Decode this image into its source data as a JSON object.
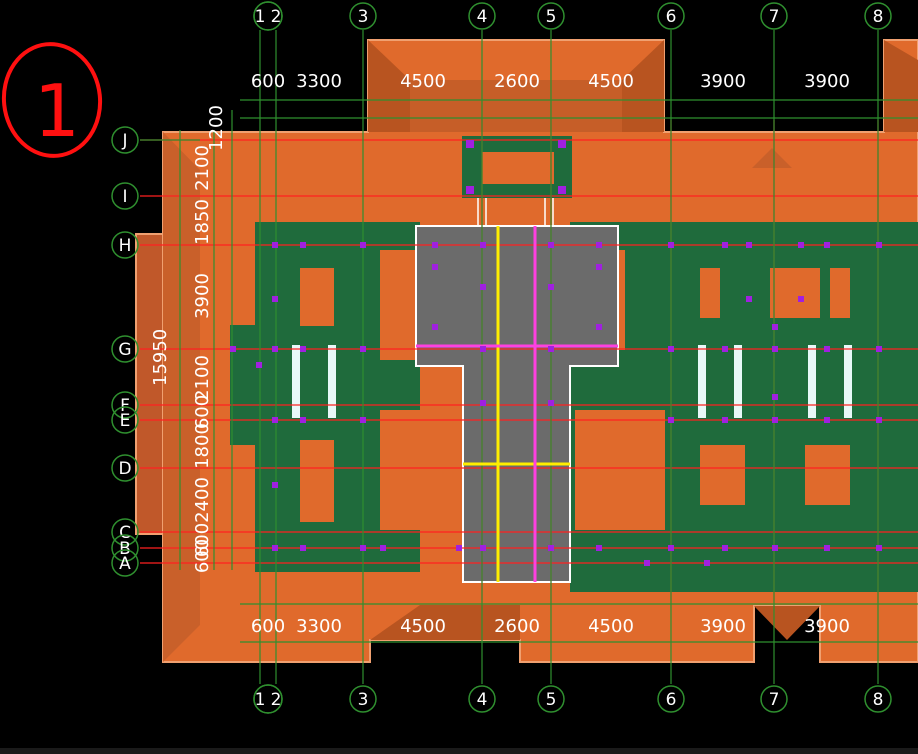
{
  "colors": {
    "background": "#000000",
    "roof_orange": "#e06a2c",
    "roof_edge": "#b85420",
    "slab_green": "#1f6b3c",
    "slab_gray": "#6b6b6b",
    "axis_green": "#2f8f2f",
    "axis_red": "#ff2020",
    "column_purple": "#9a20d0",
    "beam_yellow": "#ffee00",
    "beam_magenta": "#ff40e0",
    "annotation_red": "#ff1010"
  },
  "annotation": {
    "mark": "1"
  },
  "columns_top": [
    "1",
    "2",
    "3",
    "4",
    "5",
    "6",
    "7",
    "8"
  ],
  "columns_bottom": [
    "1",
    "2",
    "3",
    "4",
    "5",
    "6",
    "7",
    "8"
  ],
  "rows_left": [
    "J",
    "I",
    "H",
    "G",
    "F",
    "E",
    "D",
    "C",
    "B",
    "A"
  ],
  "dims_top": [
    "600",
    "3300",
    "4500",
    "2600",
    "4500",
    "3900",
    "3900"
  ],
  "dims_bottom": [
    "600",
    "3300",
    "4500",
    "2600",
    "4500",
    "3900",
    "3900"
  ],
  "dims_left": [
    "1200",
    "2100",
    "1850",
    "3900",
    "2100",
    "600",
    "1800",
    "2400",
    "600",
    "600"
  ],
  "dim_total_left": "15950"
}
